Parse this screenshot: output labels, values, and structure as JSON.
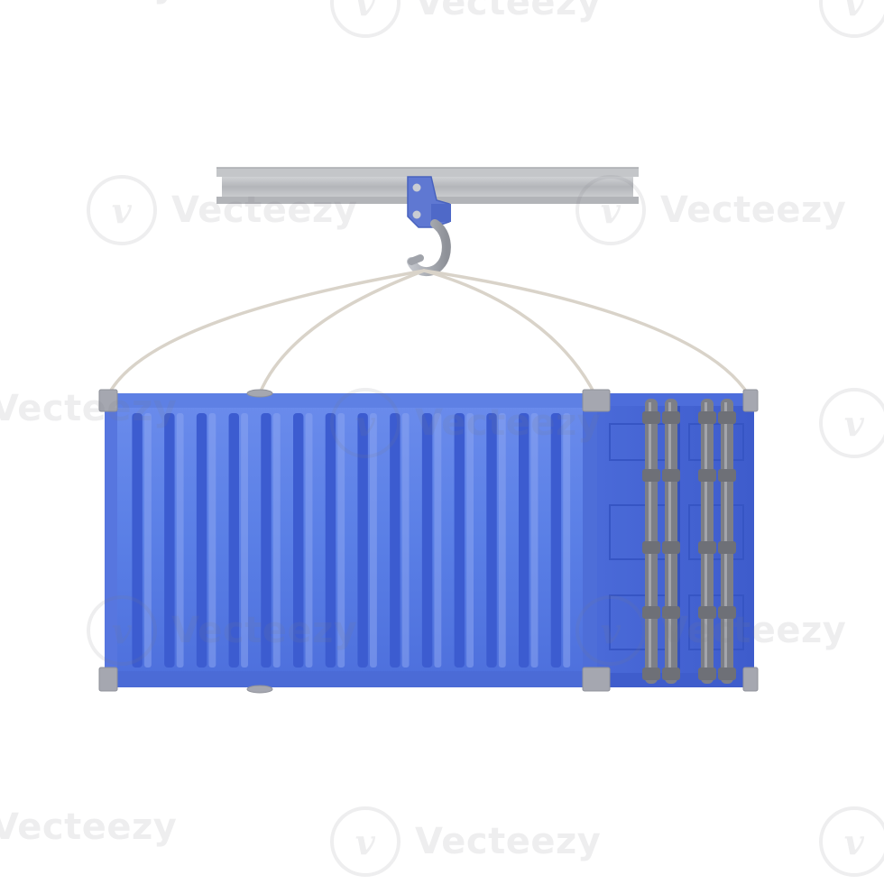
{
  "scene": {
    "subject": "shipping-container-hanging-from-crane-hook",
    "colors": {
      "container_side": "#5a7fe6",
      "container_dark": "#3c5cd0",
      "container_light": "#8aa4f0",
      "corner_casting": "#a5a7b0",
      "rail": "#b9bbbf",
      "rope": "#d9d3c9",
      "door_bar": "#7d7f86",
      "hook_plate": "#5f78d2",
      "hook": "#a0a3aa"
    },
    "container_side_ribs": 14,
    "door_lock_bars": 4
  },
  "watermark": {
    "text": "Vecteezy",
    "color": "#8a8a94"
  }
}
